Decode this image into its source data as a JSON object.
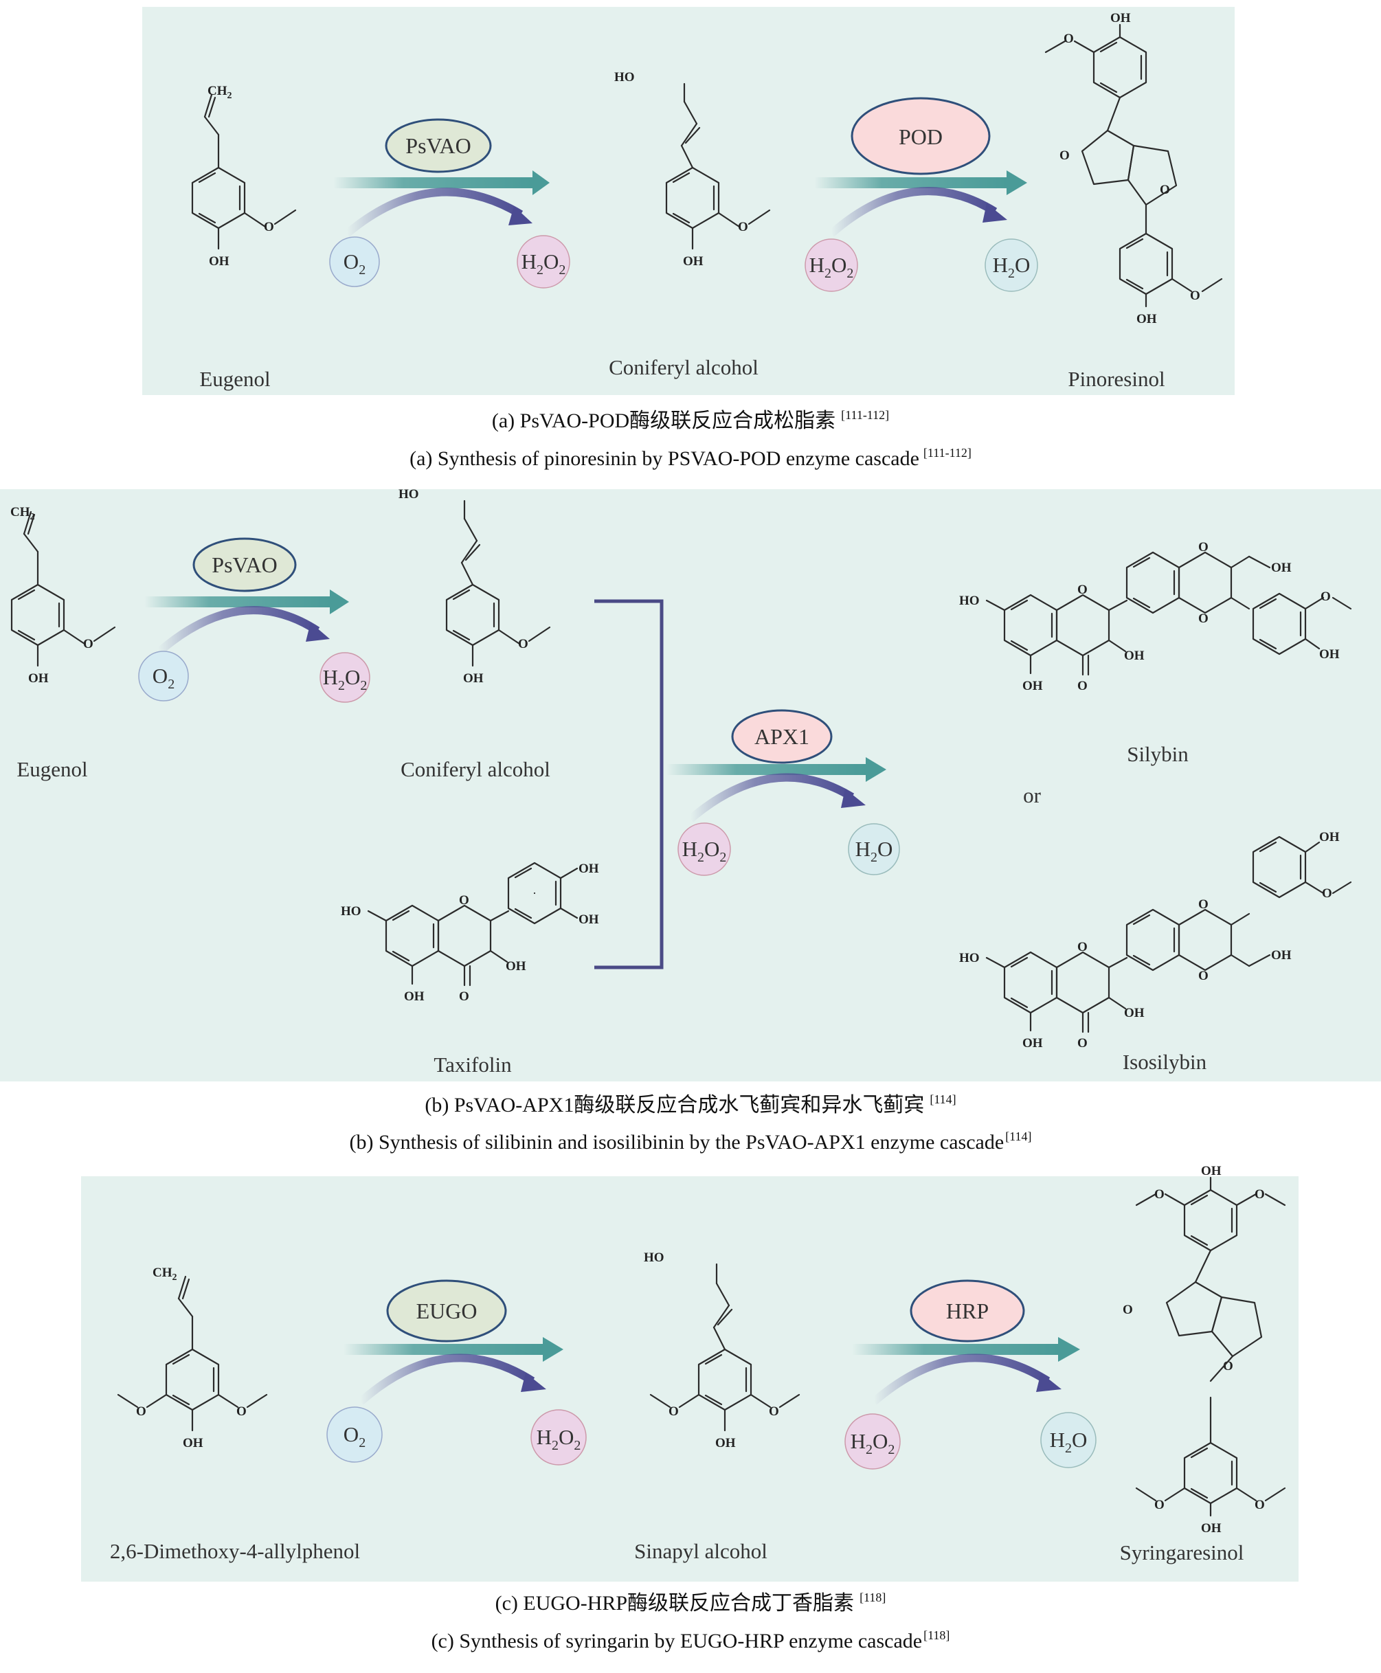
{
  "panel_a": {
    "enzyme": "PsVAO",
    "enzyme2": "POD",
    "substrate": "Eugenol",
    "intermediate": "Coniferyl alcohol",
    "product": "Pinoresinol",
    "cofactor_in": "O2",
    "cofactor_out": "H2O2",
    "cofactor2_in": "H2O2",
    "cofactor2_out": "H2O",
    "caption_cn": "(a) PsVAO-POD酶级联反应合成松脂素",
    "caption_cn_ref": "[111-112]",
    "caption_en": "(a) Synthesis of pinoresinin by PSVAO-POD enzyme cascade",
    "caption_en_ref": "[111-112]"
  },
  "panel_b": {
    "enzyme": "PsVAO",
    "enzyme2": "APX1",
    "substrate": "Eugenol",
    "intermediate": "Coniferyl alcohol",
    "second_substrate": "Taxifolin",
    "product1": "Silybin",
    "or_label": "or",
    "product2": "Isosilybin",
    "caption_cn": "(b) PsVAO-APX1酶级联反应合成水飞蓟宾和异水飞蓟宾",
    "caption_cn_ref": "[114]",
    "caption_en": "(b) Synthesis of silibinin and isosilibinin by the PsVAO-APX1 enzyme cascade",
    "caption_en_ref": "[114]"
  },
  "panel_c": {
    "enzyme": "EUGO",
    "enzyme2": "HRP",
    "substrate": "2,6-Dimethoxy-4-allylphenol",
    "intermediate": "Sinapyl alcohol",
    "product": "Syringaresinol",
    "caption_cn": "(c) EUGO-HRP酶级联反应合成丁香脂素",
    "caption_cn_ref": "[118]",
    "caption_en": "(c) Synthesis of syringarin by EUGO-HRP enzyme cascade",
    "caption_en_ref": "[118]"
  },
  "atom_labels": {
    "ch2": "CH2",
    "oh": "OH",
    "ho": "HO",
    "o": "O"
  },
  "colors": {
    "panel_bg": "#e4f1ee",
    "teal_arrow": "#4a9b98",
    "purple_arrow": "#5a5a9c",
    "enzyme_green": "#dfe8d6",
    "enzyme_pink": "#fadadb",
    "o2_blue": "#d6ebf3",
    "h2o2_pink": "#ecd4e8",
    "h2o_teal": "#d8ecef"
  }
}
